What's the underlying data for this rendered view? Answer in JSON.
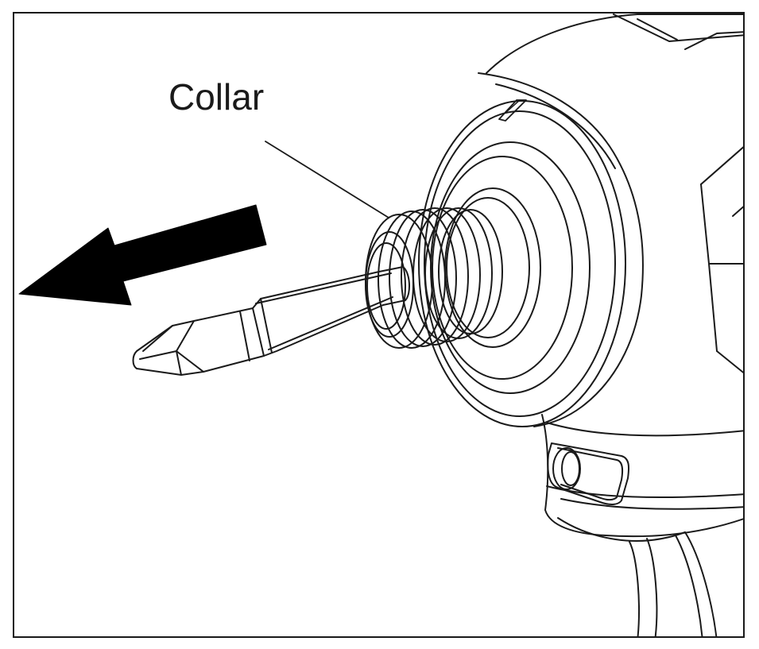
{
  "figure": {
    "callout": {
      "label": "Collar"
    },
    "arrow": {
      "direction": "left",
      "meaning": "pull-out"
    },
    "colors": {
      "line": "#1a1a1a",
      "fill": "#ffffff",
      "arrow": "#000000"
    }
  }
}
